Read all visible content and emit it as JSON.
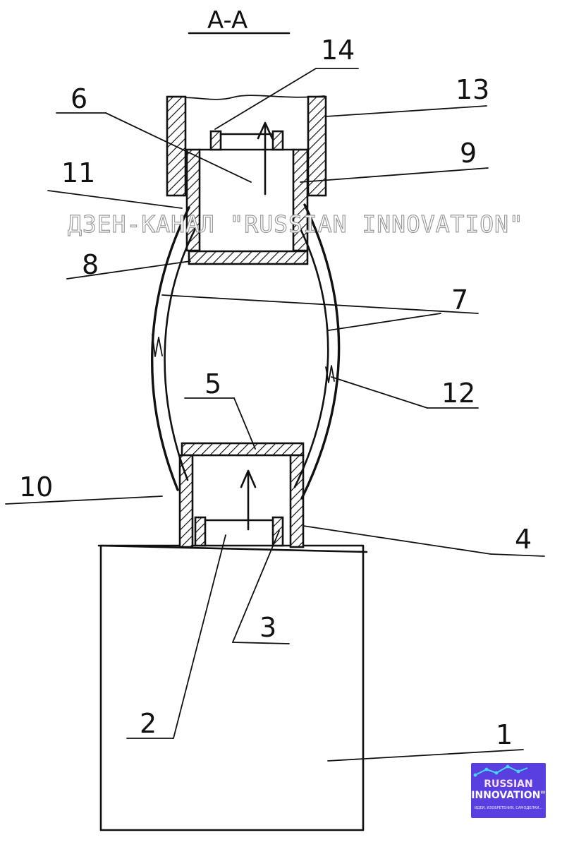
{
  "title": "A-A",
  "watermark": "ДЗЕН-КАНАЛ \"RUSSIAN INNOVATION\"",
  "labels": {
    "n1": "1",
    "n2": "2",
    "n3": "3",
    "n4": "4",
    "n5": "5",
    "n6": "6",
    "n7": "7",
    "n8": "8",
    "n9": "9",
    "n10": "10",
    "n11": "11",
    "n12": "12",
    "n13": "13",
    "n14": "14"
  },
  "logo": {
    "line1": "RUSSIAN",
    "line2": "INNOVATION\"",
    "tagline": "ИДЕИ, ИЗОБРЕТЕНИЯ, САМОДЕЛКИ...",
    "background": "#5a3fe0"
  },
  "colors": {
    "ink": "#111111",
    "watermark_outline": "#9a9a9a"
  }
}
